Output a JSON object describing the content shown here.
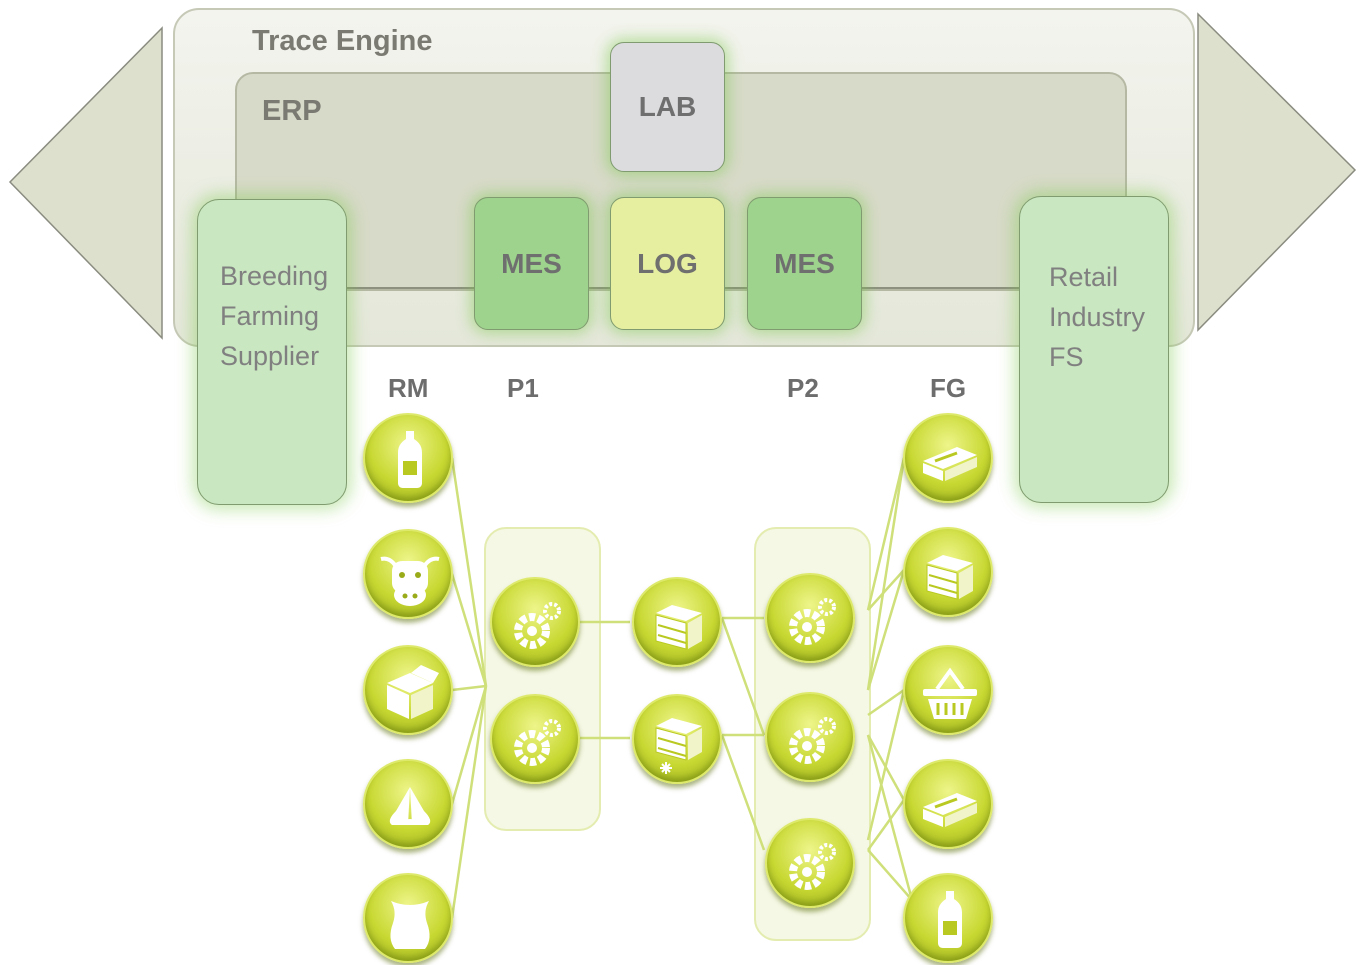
{
  "engine": {
    "title": "Trace Engine"
  },
  "erp": {
    "title": "ERP"
  },
  "modules": {
    "lab": "LAB",
    "mes_left": "MES",
    "log": "LOG",
    "mes_right": "MES"
  },
  "upstream": {
    "lines": [
      "Breeding",
      "Farming",
      "Supplier"
    ]
  },
  "downstream": {
    "lines": [
      "Retail",
      "Industry",
      "FS"
    ]
  },
  "columns": {
    "rm": "RM",
    "p1": "P1",
    "p2": "P2",
    "fg": "FG"
  },
  "nodes": {
    "rm": [
      "bottle-icon",
      "cow-icon",
      "box-icon",
      "cheese-icon",
      "sack-icon"
    ],
    "p1": [
      "gears-icon",
      "gears-icon"
    ],
    "mid": [
      "pallet-icon",
      "frozen-pallet-icon"
    ],
    "p2": [
      "gears-icon",
      "gears-icon",
      "gears-icon"
    ],
    "fg": [
      "package-icon",
      "pallet-icon",
      "basket-icon",
      "package-icon",
      "bottle-icon"
    ]
  },
  "colors": {
    "node": "#c8d832",
    "module_green": "#9dd38d",
    "module_yellow": "#e6eea0",
    "module_gray": "#dcdcdf",
    "side_panel": "#c9e7c0",
    "link": "#cfe07a"
  }
}
